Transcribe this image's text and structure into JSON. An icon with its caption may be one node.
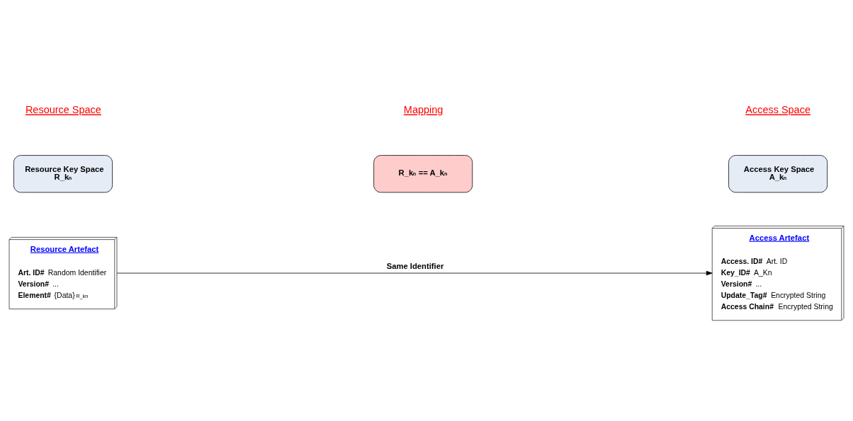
{
  "diagram": {
    "nodes": [
      {
        "text": [
          "Resource Key Space",
          "R_k$_{n}$"
        ]
      },
      {
        "text": [
          "R_k$_{n}$ == A_k$_{n}$"
        ]
      },
      {
        "text": [
          "Access Key Space",
          "A_k$_{n}$"
        ]
      },
      {
        "text": [
          "Resource Artefact",
          "**Art. ID#** Random Identifier",
          "**Version#** ...",
          "**Element#** {Data}$_{R_kn}$"
        ]
      },
      {
        "text": [
          "Access Artefact",
          "**Access. ID#** Art. ID",
          "**Key_ID#** A_Kn",
          "**Version#** ...",
          "**Update_Tag#** Encrypted String",
          "**Access Chain#** Encrypted String"
        ]
      }
    ],
    "edges": [
      {
        "from": 3,
        "to": 4,
        "arrow": "to",
        "label": "Same Identifier"
      }
    ],
    "labels": [
      "Resource Space",
      "Mapping",
      "Access Space"
    ]
  }
}
